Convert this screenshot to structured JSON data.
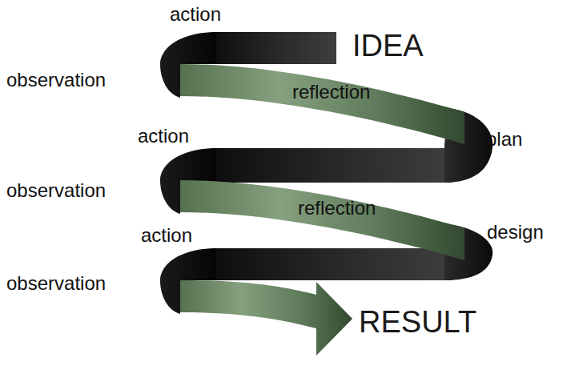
{
  "diagram": {
    "labels": [
      "action",
      "IDEA",
      "observation",
      "reflection",
      "plan",
      "action",
      "observation",
      "reflection",
      "design",
      "action",
      "observation",
      "RESULT"
    ]
  }
}
